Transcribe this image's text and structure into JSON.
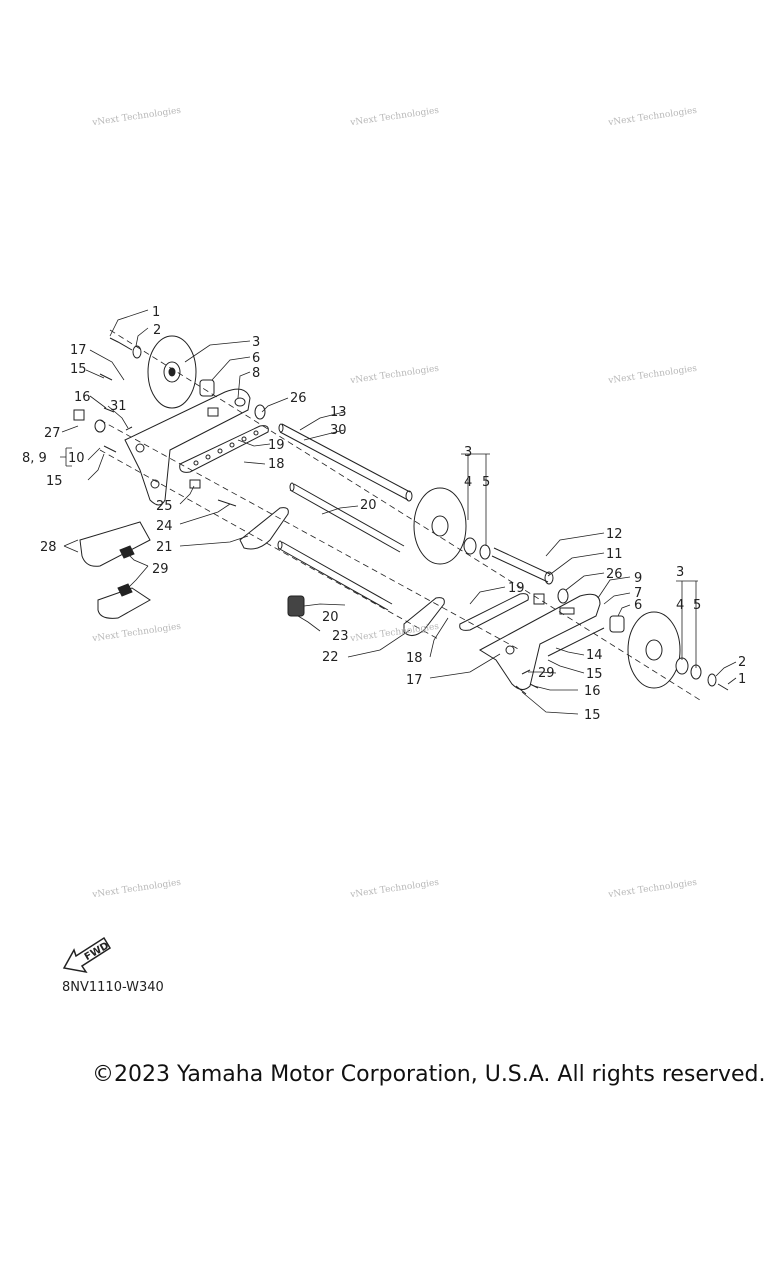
{
  "watermark": "vNext Technologies",
  "diagram_code": "8NV1110-W340",
  "fwd_label": "FWD",
  "copyright": "©2023 Yamaha Motor Corporation, U.S.A. All rights reserved.",
  "callouts": {
    "c1a": "1",
    "c2a": "2",
    "c3a": "3",
    "c6a": "6",
    "c8a": "8",
    "c17a": "17",
    "c15a": "15",
    "c16a": "16",
    "c31": "31",
    "c27": "27",
    "c8910": "8, 9",
    "c10": "10",
    "c15b": "15",
    "c26a": "26",
    "c13": "13",
    "c30": "30",
    "c19a": "19",
    "c18a": "18",
    "c3b": "3",
    "c4a": "4",
    "c5a": "5",
    "c20a": "20",
    "c25": "25",
    "c24": "24",
    "c21": "21",
    "c28": "28",
    "c29a": "29",
    "c12": "12",
    "c11": "11",
    "c26b": "26",
    "c9": "9",
    "c7": "7",
    "c6b": "6",
    "c3c": "3",
    "c4b": "4",
    "c5b": "5",
    "c19b": "19",
    "c20b": "20",
    "c23": "23",
    "c22": "22",
    "c18b": "18",
    "c17b": "17",
    "c14": "14",
    "c29b": "29",
    "c15c": "15",
    "c16b": "16",
    "c15d": "15",
    "c2b": "2",
    "c1b": "1"
  }
}
